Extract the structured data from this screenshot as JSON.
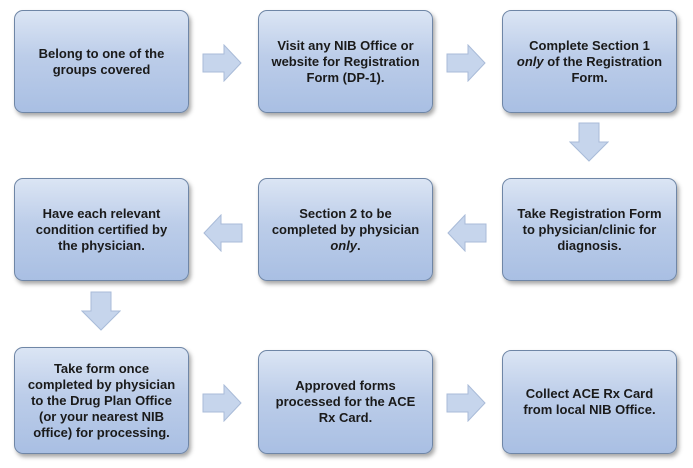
{
  "steps": [
    {
      "id": 1,
      "text": "Belong to one of the groups covered"
    },
    {
      "id": 2,
      "text": "Visit any NIB Office or website for Registration Form (DP-1)."
    },
    {
      "id": 3,
      "before": "Complete Section 1 ",
      "em": "only",
      "after": " of the Registration Form."
    },
    {
      "id": 4,
      "text": "Take Registration Form to physician/clinic for diagnosis."
    },
    {
      "id": 5,
      "before": "Section 2 to be completed by physician ",
      "em": "only",
      "after": "."
    },
    {
      "id": 6,
      "text": "Have each relevant condition certified by the physician."
    },
    {
      "id": 7,
      "text": "Take form once completed  by physician to the Drug Plan Office (or your nearest NIB office) for processing."
    },
    {
      "id": 8,
      "text": "Approved forms processed for the ACE Rx Card."
    },
    {
      "id": 9,
      "text": "Collect ACE Rx Card from local NIB Office."
    }
  ],
  "colors": {
    "box_top": "#dbe5f4",
    "box_bottom": "#a9bfe3",
    "border": "#6f86a6",
    "arrow": "#c6d5ec"
  }
}
